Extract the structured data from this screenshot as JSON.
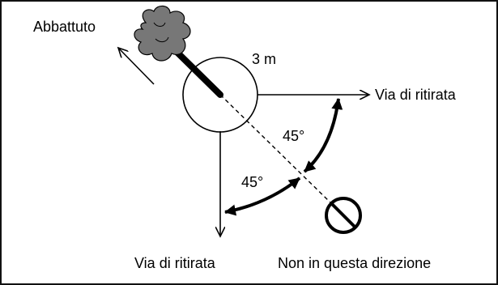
{
  "labels": {
    "felled": "Abbattuto",
    "radius": "3 m",
    "retreat_right": "Via di ritirata",
    "retreat_down": "Via di ritirata",
    "angle_upper": "45°",
    "angle_lower": "45°",
    "no_direction": "Non in questa direzione"
  },
  "icons": {
    "tree_crown": "tree-crown-icon",
    "prohibited": "prohibited-icon"
  },
  "colors": {
    "stroke": "#000000",
    "crown": "#777777",
    "background": "#ffffff"
  }
}
